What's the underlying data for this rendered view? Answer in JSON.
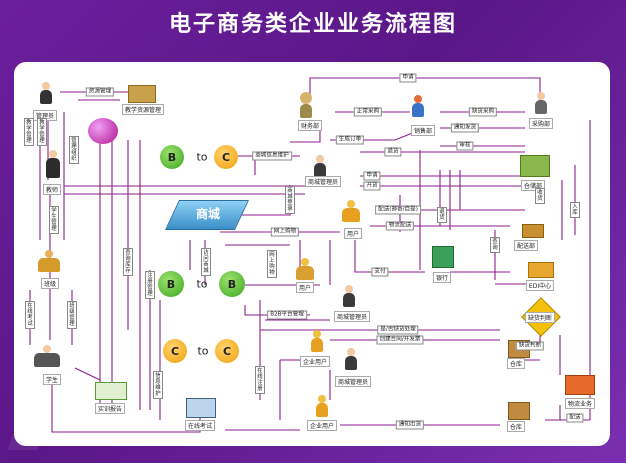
{
  "title": "电子商务类企业业务流程图",
  "colors": {
    "bg": "#5a1787",
    "line": "#8b1e8e",
    "green": "#3aa61f",
    "orange": "#f0a00c",
    "mall": "#4aa3d8"
  },
  "nodes": {
    "manager": "管理员",
    "teacher": "教师",
    "class": "班级",
    "student": "学生",
    "resource_admin": "教学资源管理",
    "finance": "财务部",
    "sales": "销售部",
    "purchase": "采购部",
    "mall_admin": "商城管理员",
    "warehouse": "仓储部",
    "user": "用户",
    "bank": "银行",
    "user2": "用户",
    "mall_admin2": "商城管理员",
    "mall_admin3": "商城管理员",
    "distribution": "配送部",
    "edi": "EDI中心",
    "company_user": "企业用户",
    "company_user2": "企业用户",
    "stock": "缺货判断",
    "warehouse2": "仓库",
    "warehouse3": "仓库",
    "logistics": "物流业务",
    "report": "实训报告",
    "online_exam": "在线考试",
    "mall": "商城"
  },
  "circles": {
    "row1": {
      "left": "B",
      "to": "to",
      "right": "C"
    },
    "row2": {
      "left": "B",
      "to": "to",
      "right": "B"
    },
    "row3": {
      "left": "C",
      "to": "to",
      "right": "C"
    }
  },
  "labels": {
    "resource_mgmt": "资源管理",
    "apply1": "申请",
    "normal_purchase": "正常采购",
    "shortage_purchase": "缺货采购",
    "gen_order": "生成订单",
    "notify_ship": "通知发货",
    "review": "审核",
    "return": "退货",
    "mall_info": "商城信息维护",
    "apply2": "申请",
    "issue": "开货",
    "delivery": "配送(邮寄/自提)",
    "logistics_delivery": "物流配送",
    "online_purchase": "网上购物",
    "pay": "支付",
    "b2b_platform": "B2B平台管理",
    "shortage_handle": "是/否缺货处理",
    "create_contract": "创建合同/开发票",
    "notify_out": "通知出货",
    "notice": "通知出货",
    "shortage_judge": "缺货判断",
    "delivery2": "配送"
  },
  "vlabels": {
    "teach_mgmt": "教学管理",
    "teach_mgmt2": "教学管理",
    "admin_mgmt": "管理组织",
    "student_mgmt": "学生管理",
    "online_test": "在线考试",
    "class_mgmt": "班级管理",
    "ret_goods": "退货",
    "stock_in": "入库",
    "warehousing": "收货",
    "inquiry": "查询",
    "onsite_shop": "网上购物",
    "price_stock": "查询库存",
    "mall_login": "商城登录",
    "access_mall": "访问商城",
    "register": "注册管理",
    "info_maint": "信息维护",
    "online_reg": "在线注册"
  }
}
